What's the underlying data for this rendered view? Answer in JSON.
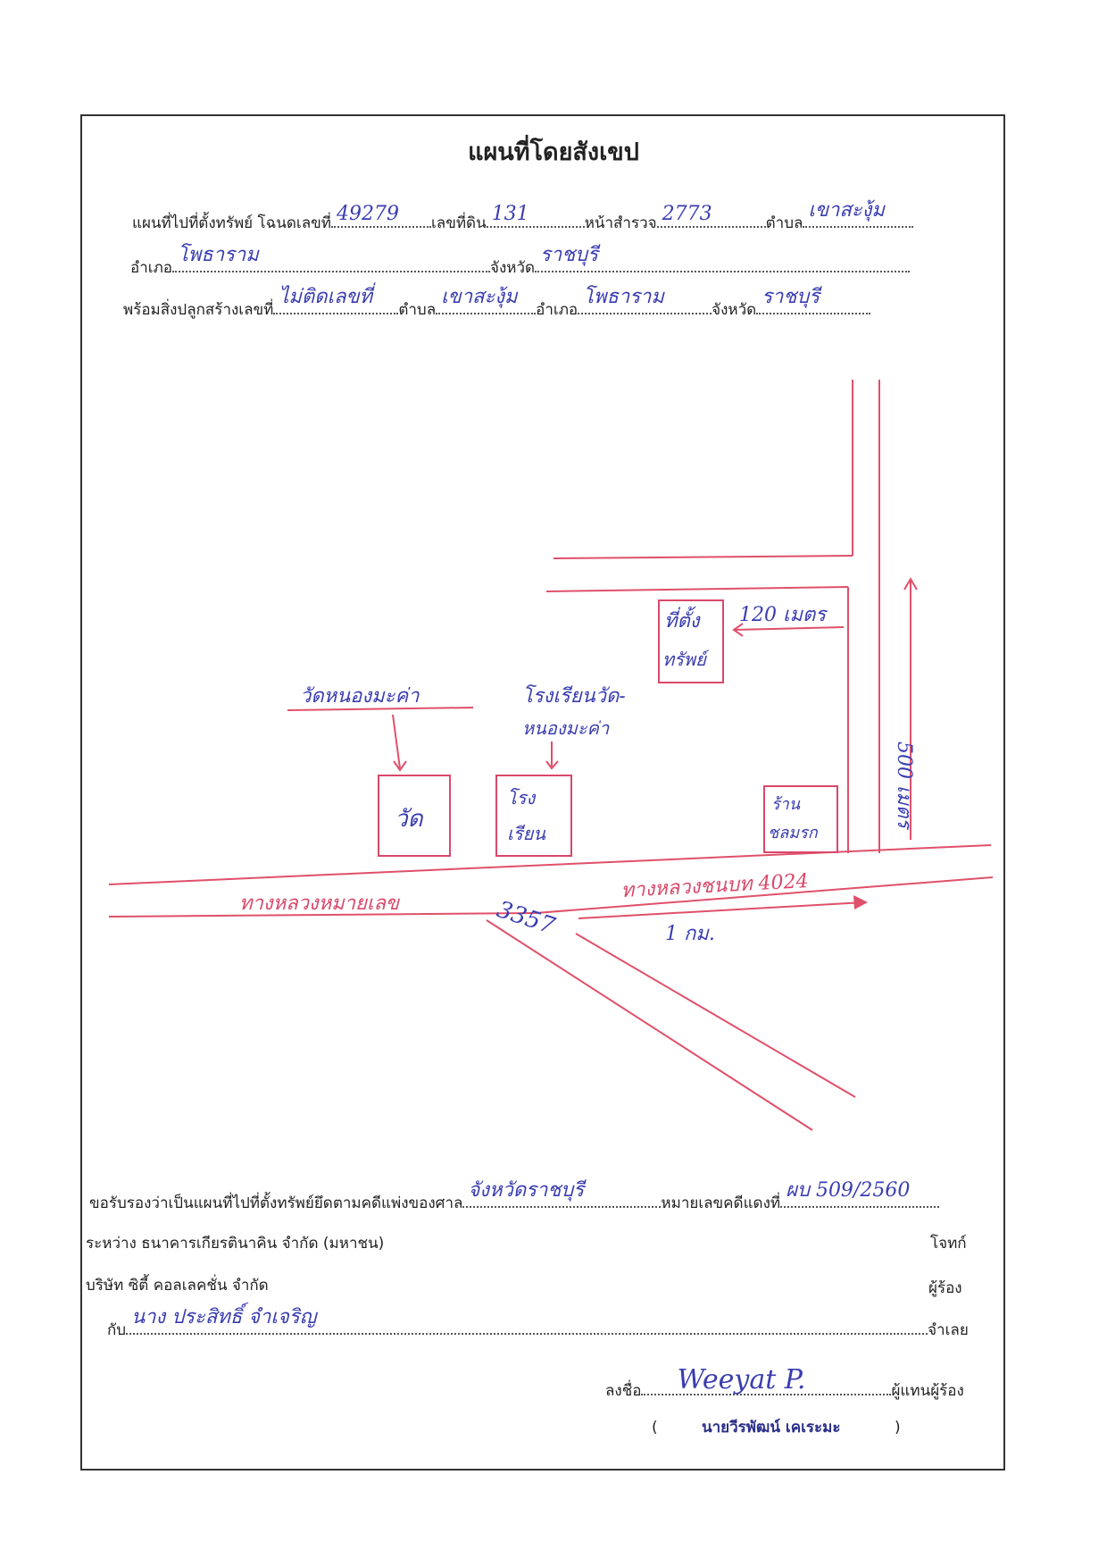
{
  "title": "แผนที่โดยสังเขป",
  "header": {
    "l1_prefix": "แผนที่ไปที่ตั้งทรัพย์ โฉนดเลขที่",
    "l1_deed": "49279",
    "l1_land_label": "เลขที่ดิน",
    "l1_land": "131",
    "l1_page_label": "หน้าสำรวจ",
    "l1_page": "2773",
    "l1_tambon_label": "ตำบล",
    "l1_tambon": "เขาสะงุ้ม",
    "l2_amphoe_label": "อำเภอ",
    "l2_amphoe": "โพธาราม",
    "l2_province_label": "จังหวัด",
    "l2_province": "ราชบุรี",
    "l3_building_label": "พร้อมสิ่งปลูกสร้างเลขที่",
    "l3_building": "ไม่ติดเลขที่",
    "l3_tambon_label": "ตำบล",
    "l3_tambon": "เขาสะงุ้ม",
    "l3_amphoe_label": "อำเภอ",
    "l3_amphoe": "โพธาราม",
    "l3_province_label": "จังหวัด",
    "l3_province": "ราชบุรี"
  },
  "map": {
    "box_property": "ที่ตั้ง ทรัพย์",
    "property_l1": "ที่ตั้ง",
    "property_l2": "ทรัพย์",
    "dist_120": "120 เมตร",
    "dist_500": "500 เมตร",
    "temple_label": "วัดหนองมะค่า",
    "school_label_l1": "โรงเรียนวัด-",
    "school_label_l2": "หนองมะค่า",
    "temple_box": "วัด",
    "school_box_l1": "โรง",
    "school_box_l2": "เรียน",
    "shop_box_l1": "ร้าน",
    "shop_box_l2": "ชลมรก",
    "road_4024": "ทางหลวงชนบท 4024",
    "road_3357_label": "ทางหลวงหมายเลข",
    "road_3357_num": "3357",
    "dist_1km": "1 กม."
  },
  "footer": {
    "certify_prefix": "ขอรับรองว่าเป็นแผนที่ไปที่ตั้งทรัพย์ยึดตามคดีแพ่งของศาล",
    "court": "จังหวัดราชบุรี",
    "case_label": "หมายเลขคดีแดงที่",
    "case_no": "ผบ 509/2560",
    "between": "ระหว่าง ธนาคารเกียรตินาคิน จำกัด (มหาชน)",
    "plaintiff": "โจทก์",
    "company": "บริษัท ซิตี้ คอลเลคชั่น จำกัด",
    "petitioner": "ผู้ร้อง",
    "with_label": "กับ",
    "defendant_name": "นาง ประสิทธิ์ จำเจริญ",
    "defendant": "จำเลย",
    "sign_label": "ลงชื่อ",
    "signature": "Weeyat P.",
    "sign_role": "ผู้แทนผู้ร้อง",
    "paren_open": "(",
    "signer_name": "นายวีรพัฒน์ เคเระมะ",
    "paren_close": ")"
  }
}
